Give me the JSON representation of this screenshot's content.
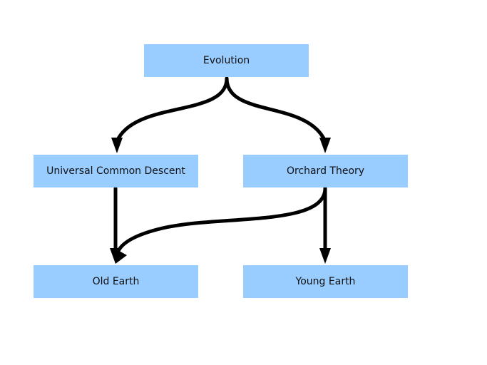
{
  "colors": {
    "node_fill": "#99ccff",
    "edge": "#000000"
  },
  "nodes": {
    "evolution": {
      "label": "Evolution"
    },
    "universal_common_descent": {
      "label": "Universal Common Descent"
    },
    "orchard_theory": {
      "label": "Orchard Theory"
    },
    "old_earth": {
      "label": "Old Earth"
    },
    "young_earth": {
      "label": "Young Earth"
    }
  },
  "edges": [
    {
      "from": "evolution",
      "to": "universal_common_descent"
    },
    {
      "from": "evolution",
      "to": "orchard_theory"
    },
    {
      "from": "universal_common_descent",
      "to": "old_earth"
    },
    {
      "from": "orchard_theory",
      "to": "old_earth"
    },
    {
      "from": "orchard_theory",
      "to": "young_earth"
    }
  ]
}
